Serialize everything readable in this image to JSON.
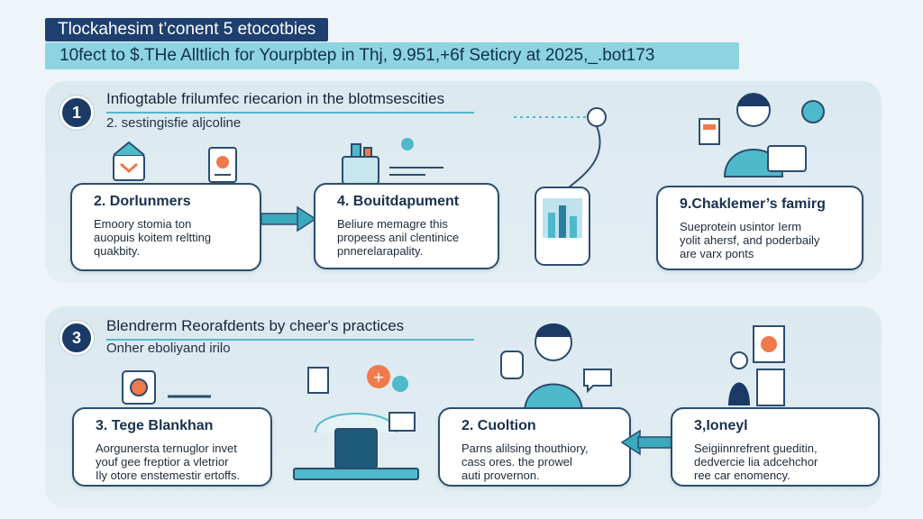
{
  "header": {
    "title": "Tlockahesim t’conent 5 etocotbies",
    "subtitle": "10fect to $.THe Alltlich for Yourpbtep in Thj, 9.951,+6f Seticry at 2025,_.bot173"
  },
  "section1": {
    "number": "1",
    "heading": "Infiogtable frilumfec riecarion in the blotmsescities",
    "subheading": "2. sestingisfie aljcoline",
    "cards": [
      {
        "title": "2. Dorlunmers",
        "lines": [
          "Emoory stomia ton",
          "auopuis koitem reltting",
          "quakbity."
        ]
      },
      {
        "title": "4. Bouitdapument",
        "lines": [
          "Beliure memagre this",
          "propeess anil clentinice",
          "pnnerelarapality."
        ]
      },
      {
        "title": "9.Chaklemer’s famirg",
        "lines": [
          "Sueprotein usintor Ierm",
          "yolit ahersf, and poderbaily",
          "are varx ponts"
        ]
      }
    ]
  },
  "section2": {
    "number": "3",
    "heading": "Blendrerm Reorafdents by cheer's practices",
    "subheading": "Onher eboliyand irilo",
    "cards": [
      {
        "title": "3. Tege Blankhan",
        "lines": [
          "Aorgunersta ternuglor invet",
          "youf gee freptior a vletrior",
          "Ily otore enstemestir ertoffs."
        ]
      },
      {
        "title": "2. Cuoltion",
        "lines": [
          "Parns alilsing thouthiory,",
          "cass ores. the prowel",
          "auti provernon."
        ]
      },
      {
        "title": "3,Ioneyl",
        "lines": [
          "Seigiinnrefrent gueditin,",
          "dedvercie lia adcehchor",
          "ree car enomency."
        ]
      }
    ]
  },
  "colors": {
    "navy": "#1b3a66",
    "teal": "#4fb9cc",
    "panel": "#dbe9f0",
    "accent_orange": "#f07a4a"
  }
}
